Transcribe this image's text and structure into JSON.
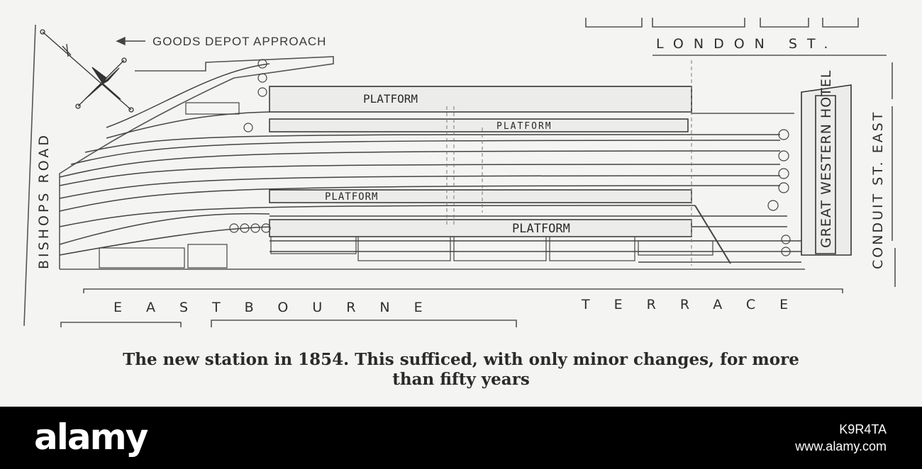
{
  "map": {
    "street_labels": {
      "london_st": "LONDON ST.",
      "bishops_road": "BISHOPS ROAD",
      "conduit_st_east": "CONDUIT ST. EAST",
      "eastbourne": "EASTBOURNE",
      "terrace": "TERRACE"
    },
    "feature_labels": {
      "goods_depot": "GOODS DEPOT APPROACH",
      "hotel": "GREAT WESTERN HOTEL",
      "platform_1": "PLATFORM",
      "platform_2": "PLATFORM",
      "platform_3": "PLATFORM",
      "platform_4": "PLATFORM"
    }
  },
  "caption": {
    "line1": "The new station in 1854.  This sufficed, with only minor changes, for more",
    "line2": "than fifty years"
  },
  "footer": {
    "brand": "alamy",
    "image_id": "K9R4TA",
    "site": "www.alamy.com"
  }
}
